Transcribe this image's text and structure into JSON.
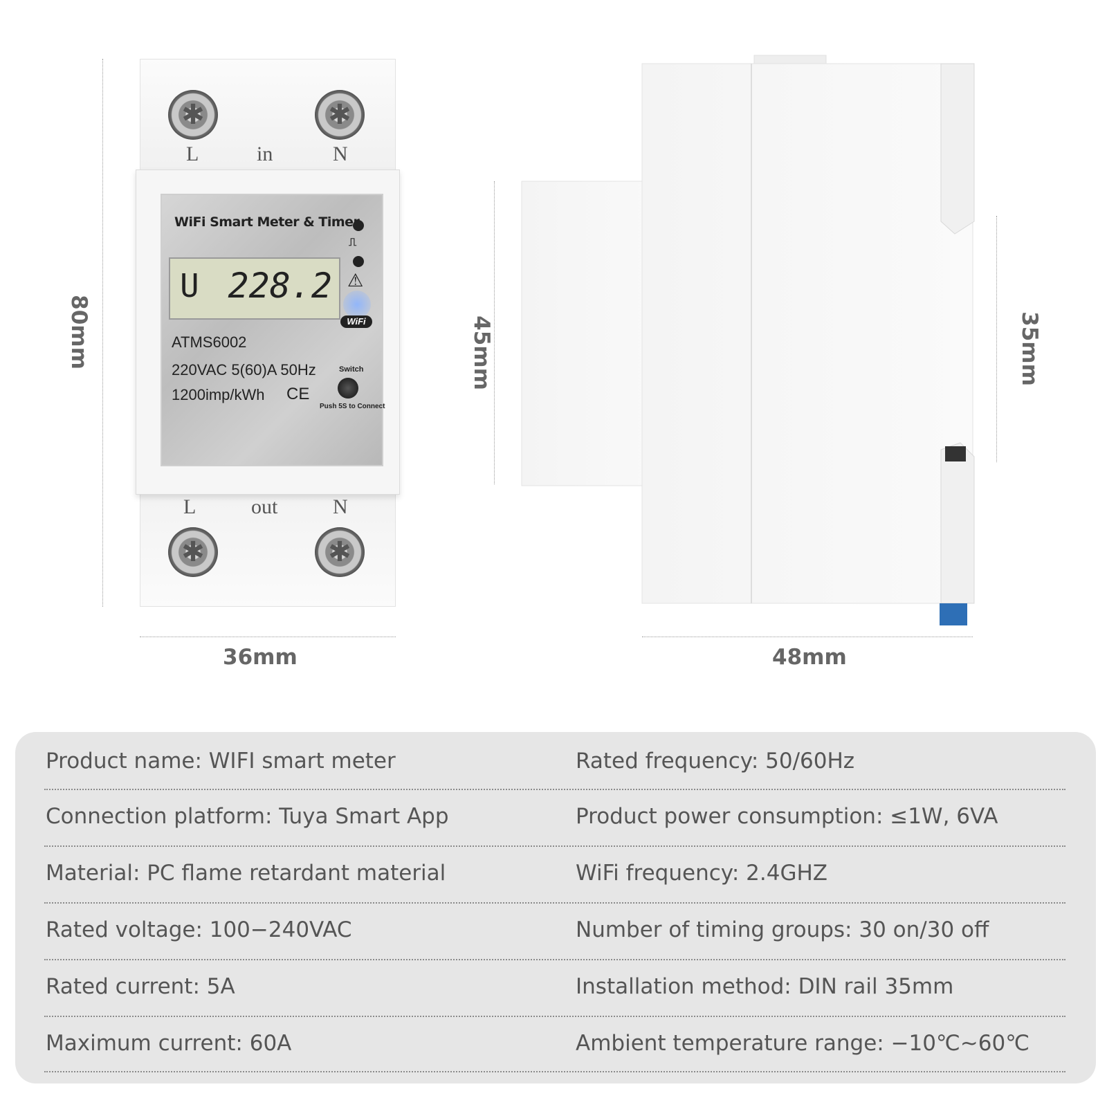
{
  "dimensions": {
    "height_front": "80mm",
    "width_front": "36mm",
    "side_depth": "45mm",
    "width_side": "48mm",
    "rail": "35mm"
  },
  "device": {
    "terminals_top": {
      "left": "L",
      "middle": "in",
      "right": "N"
    },
    "terminals_bottom": {
      "left": "L",
      "middle": "out",
      "right": "N"
    },
    "panel_title": "WiFi Smart Meter & Timer",
    "lcd_label": "U",
    "lcd_value": "228.2",
    "model": "ATMS6002",
    "rating": "220VAC  5(60)A  50Hz",
    "imp": "1200imp/kWh",
    "ce": "CE",
    "switch_label": "Switch",
    "push_label": "Push 5S to Connect",
    "wifi_badge": "WiFi"
  },
  "specs": {
    "left": [
      "Product name: WIFI smart meter",
      "Connection platform: Tuya Smart App",
      "Material: PC flame retardant material",
      "Rated voltage: 100−240VAC",
      "Rated current: 5A",
      "Maximum current: 60A"
    ],
    "right": [
      "Rated frequency: 50/60Hz",
      "Product power consumption: ≤1W, 6VA",
      "WiFi frequency: 2.4GHZ",
      "Number of timing groups: 30 on/30 off",
      "Installation method: DIN rail 35mm",
      "Ambient temperature range: −10℃~60℃"
    ]
  }
}
